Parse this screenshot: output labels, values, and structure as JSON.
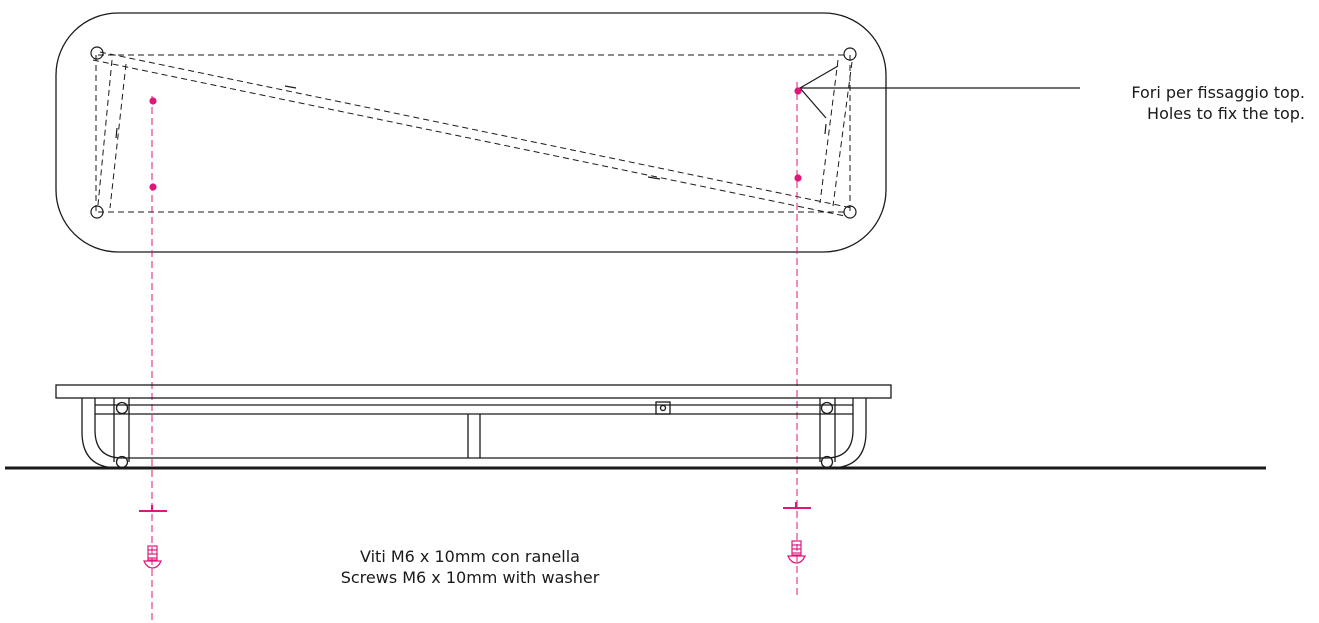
{
  "callout": {
    "line_it": "Fori per fissaggio top.",
    "line_en": "Holes to fix the top."
  },
  "screws": {
    "line_it": "Viti M6 x 10mm con ranella",
    "line_en": "Screws M6 x 10mm with washer"
  },
  "colors": {
    "line": "#1a1a1a",
    "hole": "#e0177a",
    "guide": "#e0177a"
  }
}
